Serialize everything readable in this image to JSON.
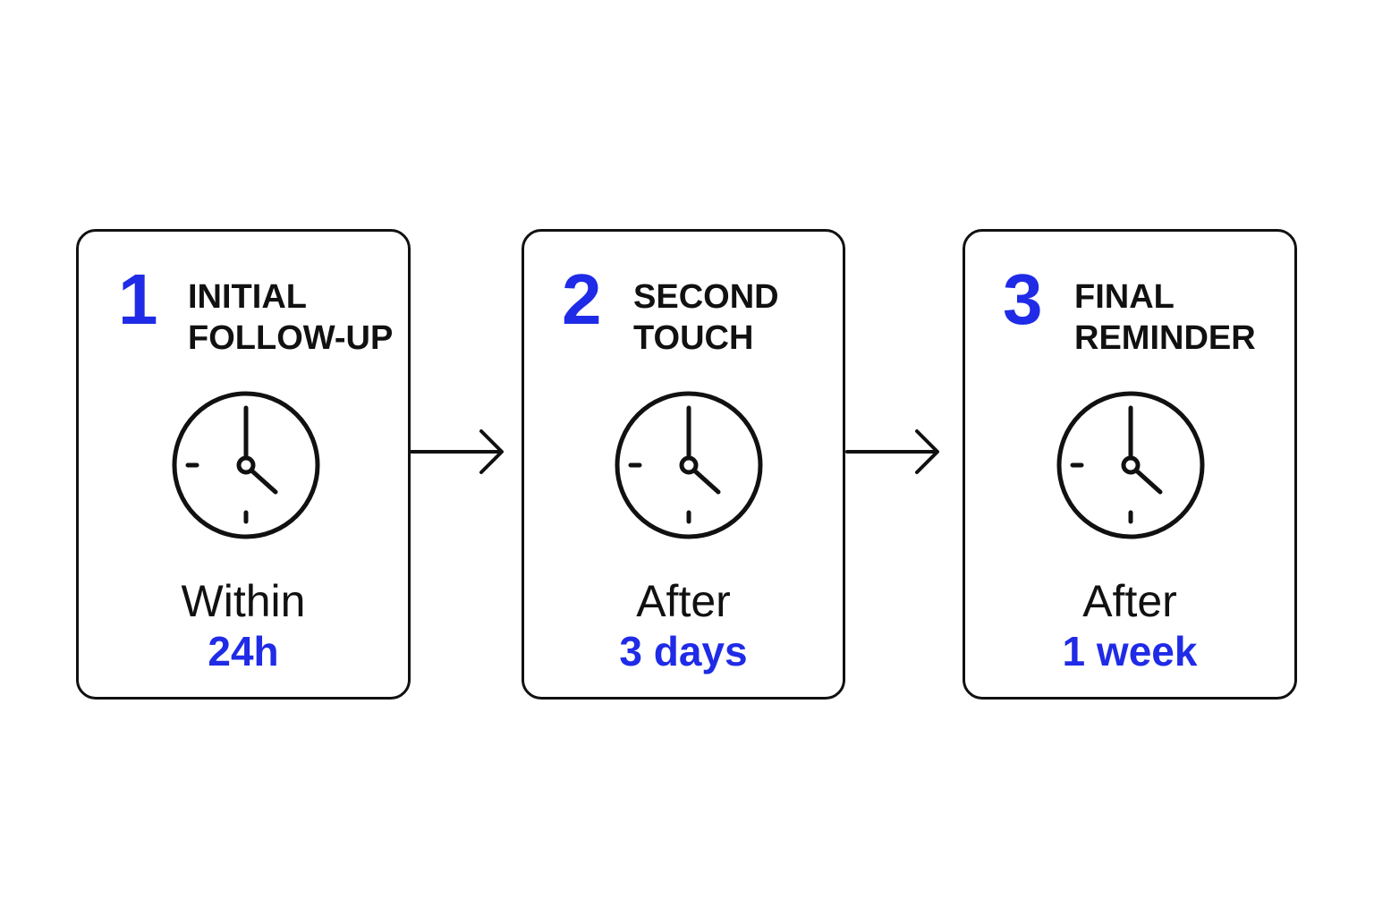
{
  "colors": {
    "accent": "#1f2be6",
    "ink": "#111111",
    "background": "#ffffff"
  },
  "steps": [
    {
      "number": "1",
      "title_line1": "INITIAL",
      "title_line2": "FOLLOW-UP",
      "icon": "clock-icon",
      "timing_label": "Within",
      "timing_value": "24h"
    },
    {
      "number": "2",
      "title_line1": "SECOND",
      "title_line2": "TOUCH",
      "icon": "clock-icon",
      "timing_label": "After",
      "timing_value": "3 days"
    },
    {
      "number": "3",
      "title_line1": "FINAL",
      "title_line2": "REMINDER",
      "icon": "clock-icon",
      "timing_label": "After",
      "timing_value": "1 week"
    }
  ],
  "connectors": [
    {
      "icon": "arrow-right-icon"
    },
    {
      "icon": "arrow-right-icon"
    }
  ]
}
